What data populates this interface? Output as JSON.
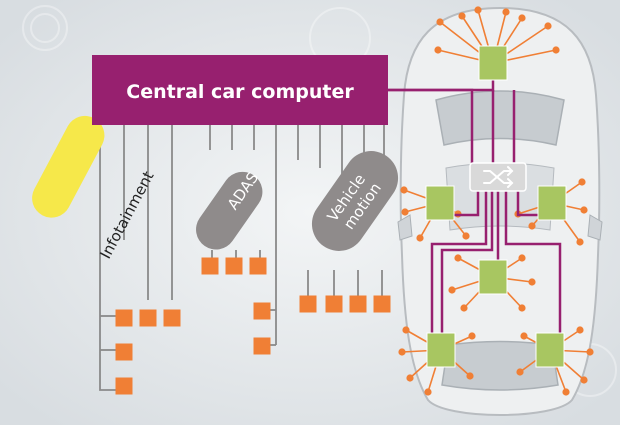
{
  "central_computer": {
    "label": "Central car computer"
  },
  "domains": [
    {
      "id": "infotainment",
      "lines": [
        "Infotainment"
      ]
    },
    {
      "id": "adas",
      "lines": [
        "ADAS"
      ]
    },
    {
      "id": "vehicle_motion",
      "lines": [
        "Vehicle",
        "motion"
      ]
    }
  ],
  "switch": {
    "icon": "shuffle-icon"
  },
  "colors": {
    "central_computer": "#97206f",
    "wire_purple": "#97206f",
    "infotainment_pill": "#f6e84a",
    "domain_pill_gray": "#8f8b8b",
    "endpoint_orange": "#f07f35",
    "zone_green": "#a8c661",
    "grey_wire": "#8a8a8a",
    "switch_box": "#d9d9d9"
  },
  "counts": {
    "zone_controllers": 6,
    "endpoints_infotainment": 5,
    "endpoints_adas": 5,
    "endpoints_vehicle_motion": 4
  }
}
